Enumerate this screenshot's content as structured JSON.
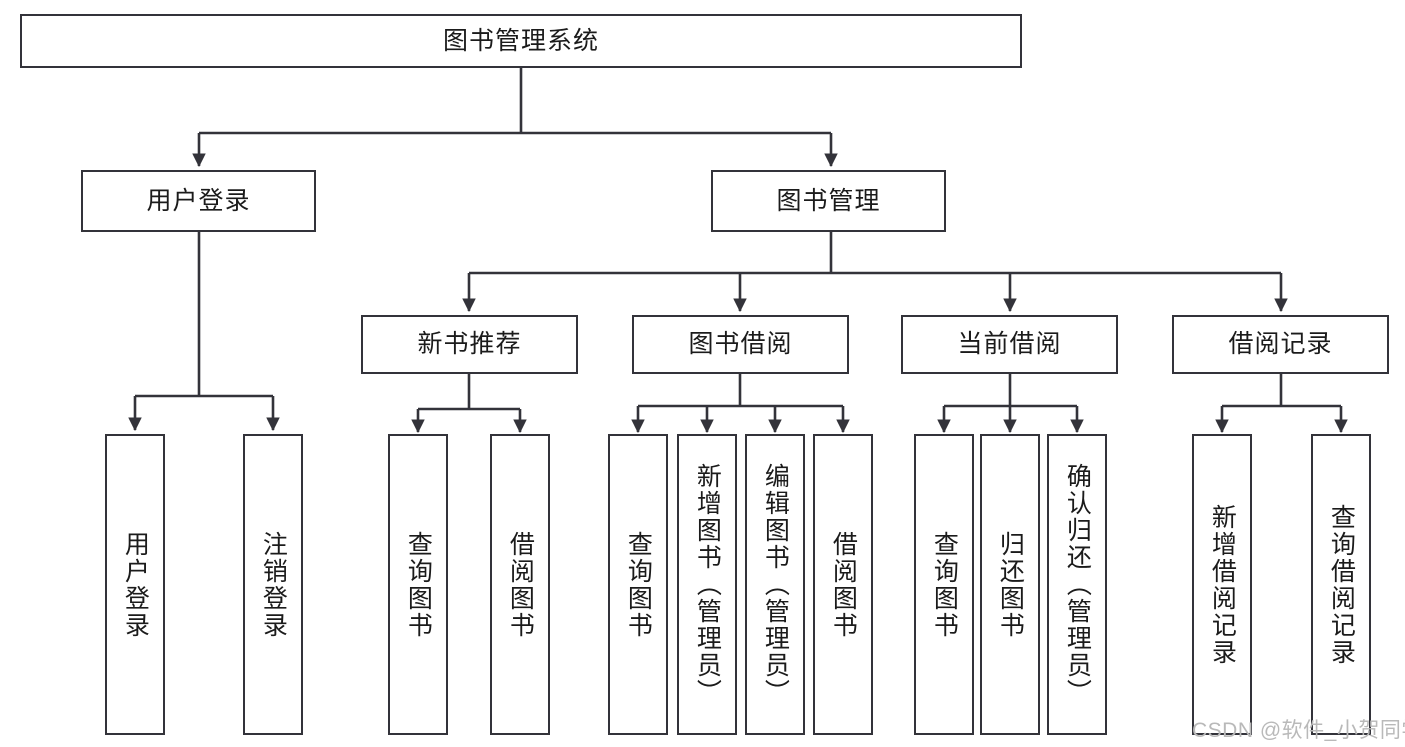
{
  "diagram": {
    "title": "图书管理系统",
    "type": "tree",
    "root": {
      "label": "图书管理系统"
    },
    "level2": [
      {
        "label": "用户登录"
      },
      {
        "label": "图书管理"
      }
    ],
    "level3": [
      {
        "label": "新书推荐",
        "parent": "图书管理"
      },
      {
        "label": "图书借阅",
        "parent": "图书管理"
      },
      {
        "label": "当前借阅",
        "parent": "图书管理"
      },
      {
        "label": "借阅记录",
        "parent": "图书管理"
      }
    ],
    "leaves": [
      {
        "label": "用户登录",
        "parent": "用户登录"
      },
      {
        "label": "注销登录",
        "parent": "用户登录"
      },
      {
        "label": "查询图书",
        "parent": "新书推荐"
      },
      {
        "label": "借阅图书",
        "parent": "新书推荐"
      },
      {
        "label": "查询图书",
        "parent": "图书借阅"
      },
      {
        "label": "新增图书（管理员）",
        "parent": "图书借阅"
      },
      {
        "label": "编辑图书（管理员）",
        "parent": "图书借阅"
      },
      {
        "label": "借阅图书",
        "parent": "图书借阅"
      },
      {
        "label": "查询图书",
        "parent": "当前借阅"
      },
      {
        "label": "归还图书",
        "parent": "当前借阅"
      },
      {
        "label": "确认归还（管理员）",
        "parent": "当前借阅"
      },
      {
        "label": "新增借阅记录",
        "parent": "借阅记录"
      },
      {
        "label": "查询借阅记录",
        "parent": "借阅记录"
      }
    ]
  },
  "watermark": {
    "text": "CSDN @软件_小贺同学"
  },
  "colors": {
    "border": "#33333a",
    "background": "#ffffff",
    "text": "#1b1b1b",
    "watermark": "#b9b9b9"
  }
}
